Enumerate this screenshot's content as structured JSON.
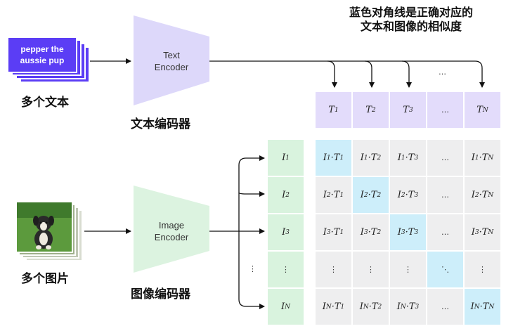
{
  "caption": {
    "line1": "蓝色对角线是正确对应的",
    "line2": "文本和图像的相似度"
  },
  "text_input": {
    "card_text": "pepper the aussie pup",
    "label": "多个文本"
  },
  "image_input": {
    "label": "多个图片"
  },
  "text_encoder": {
    "name_line1": "Text",
    "name_line2": "Encoder",
    "label": "文本编码器"
  },
  "image_encoder": {
    "name_line1": "Image",
    "name_line2": "Encoder",
    "label": "图像编码器"
  },
  "colors": {
    "text_card": "#5b3df5",
    "text_encoder": "#ddd8fa",
    "image_encoder": "#dcf3e0",
    "text_embed_cell": "#e3dcfb",
    "image_embed_cell": "#d9f3de",
    "matrix_cell": "#eeeeef",
    "diagonal_cell": "#cdeefa"
  },
  "text_embeddings": [
    "T1",
    "T2",
    "T3",
    "…",
    "TN"
  ],
  "image_embeddings": [
    "I1",
    "I2",
    "I3",
    "⋮",
    "IN"
  ],
  "matrix": {
    "rows": [
      [
        "I1·T1",
        "I1·T2",
        "I1·T3",
        "…",
        "I1·TN"
      ],
      [
        "I2·T1",
        "I2·T2",
        "I2·T3",
        "…",
        "I2·TN"
      ],
      [
        "I3·T1",
        "I3·T2",
        "I3·T3",
        "…",
        "I3·TN"
      ],
      [
        "⋮",
        "⋮",
        "⋮",
        "⋱",
        "⋮"
      ],
      [
        "IN·T1",
        "IN·T2",
        "IN·T3",
        "…",
        "IN·TN"
      ]
    ],
    "diagonal_highlighted": [
      [
        0,
        0
      ],
      [
        1,
        1
      ],
      [
        2,
        2
      ],
      [
        3,
        3
      ],
      [
        4,
        4
      ]
    ]
  },
  "dots": {
    "top_arrows": "…",
    "left_arrows": "⋮"
  }
}
